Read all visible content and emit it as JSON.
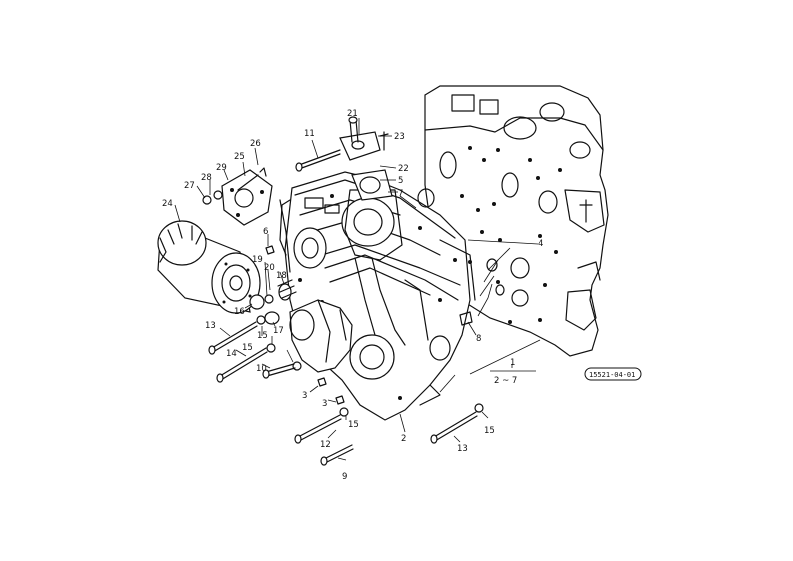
{
  "diagram": {
    "reference_code": "15521-04-01",
    "group_label": "1",
    "group_range": "2 ~ 7",
    "callouts": [
      {
        "id": "c1",
        "text": "21"
      },
      {
        "id": "c2",
        "text": "23"
      },
      {
        "id": "c3",
        "text": "11"
      },
      {
        "id": "c4",
        "text": "22"
      },
      {
        "id": "c5",
        "text": "5"
      },
      {
        "id": "c6",
        "text": "7"
      },
      {
        "id": "c7",
        "text": "26"
      },
      {
        "id": "c8",
        "text": "25"
      },
      {
        "id": "c9",
        "text": "29"
      },
      {
        "id": "c10",
        "text": "28"
      },
      {
        "id": "c11",
        "text": "27"
      },
      {
        "id": "c12",
        "text": "24"
      },
      {
        "id": "c13",
        "text": "6"
      },
      {
        "id": "c14",
        "text": "4"
      },
      {
        "id": "c15",
        "text": "19"
      },
      {
        "id": "c16",
        "text": "20"
      },
      {
        "id": "c17",
        "text": "18"
      },
      {
        "id": "c18",
        "text": "16"
      },
      {
        "id": "c19",
        "text": "17"
      },
      {
        "id": "c20",
        "text": "13"
      },
      {
        "id": "c21",
        "text": "15"
      },
      {
        "id": "c22",
        "text": "14"
      },
      {
        "id": "c23",
        "text": "15"
      },
      {
        "id": "c24",
        "text": "10"
      },
      {
        "id": "c25",
        "text": "8"
      },
      {
        "id": "c26",
        "text": "3"
      },
      {
        "id": "c27",
        "text": "3"
      },
      {
        "id": "c28",
        "text": "15"
      },
      {
        "id": "c29",
        "text": "12"
      },
      {
        "id": "c30",
        "text": "9"
      },
      {
        "id": "c31",
        "text": "2"
      },
      {
        "id": "c32",
        "text": "13"
      },
      {
        "id": "c33",
        "text": "15"
      }
    ]
  }
}
